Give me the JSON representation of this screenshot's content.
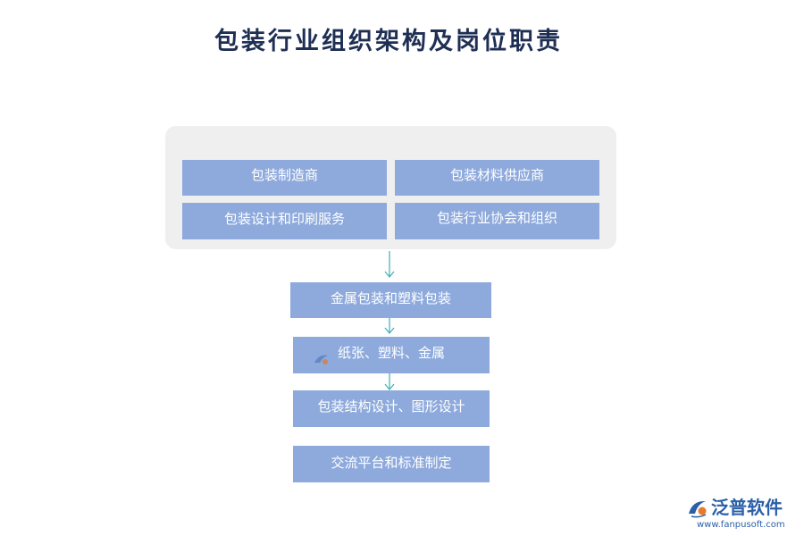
{
  "title": "包装行业组织架构及岗位职责",
  "group": {
    "items": [
      {
        "label": "包装制造商"
      },
      {
        "label": "包装材料供应商"
      },
      {
        "label": "包装设计和印刷服务"
      },
      {
        "label": "包装行业协会和组织"
      }
    ]
  },
  "stack": {
    "items": [
      {
        "label": "金属包装和塑料包装"
      },
      {
        "label": "纸张、塑料、金属"
      },
      {
        "label": "包装结构设计、图形设计"
      },
      {
        "label": "交流平台和标准制定"
      }
    ]
  },
  "colors": {
    "box_fill": "#8eaadc",
    "panel_fill": "#efefef",
    "arrow": "#3bb0b8",
    "title": "#1f2f54",
    "brand": "#2b5fa8"
  },
  "brand": {
    "name": "泛普软件",
    "url": "www.fanpusoft.com",
    "logo_icon": "fanpu-logo-icon"
  }
}
